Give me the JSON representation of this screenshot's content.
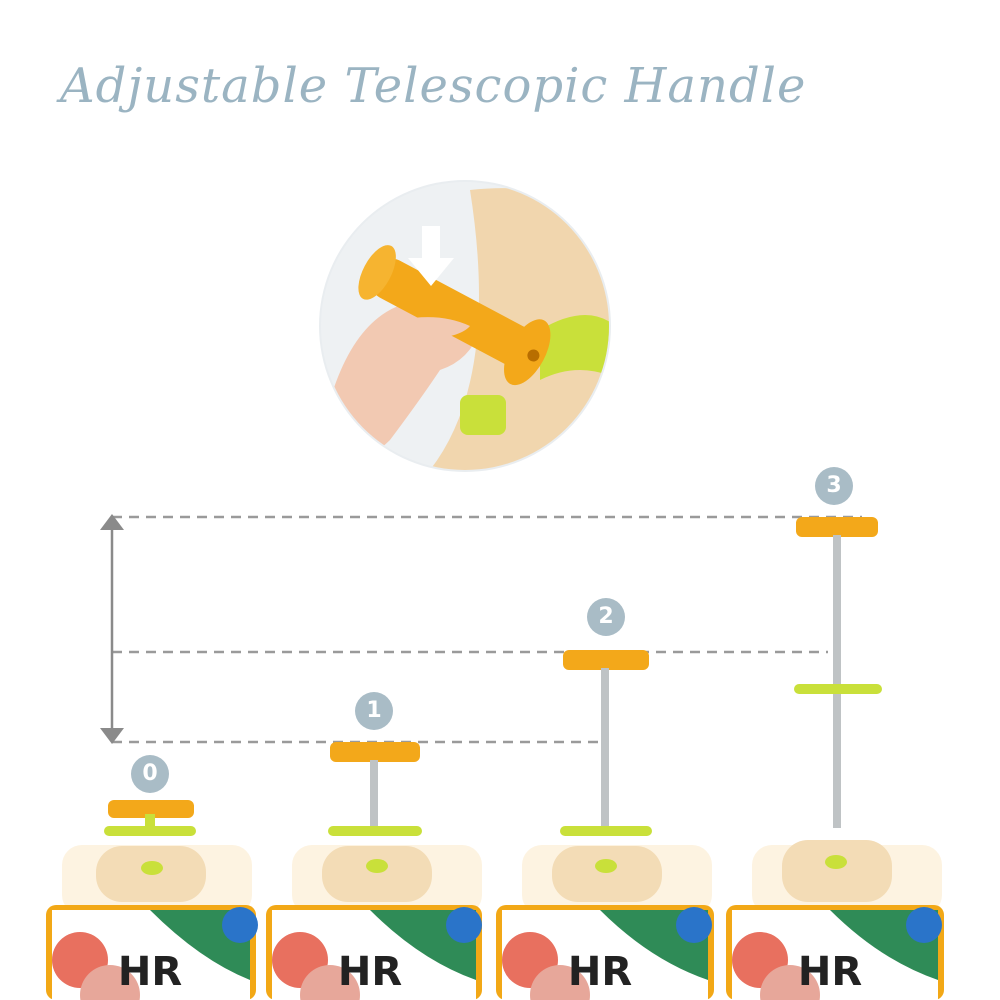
{
  "title": "Adjustable Telescopic Handle",
  "levels": [
    {
      "label": "0"
    },
    {
      "label": "1"
    },
    {
      "label": "2"
    },
    {
      "label": "3"
    }
  ],
  "colors": {
    "title": "#9bb4c2",
    "badge": "#a9bcc6",
    "handle": "#f3a81a",
    "accent_green": "#c9e03a",
    "case_beige": "#f3dcb6",
    "dashed_line": "#9a9a9a"
  }
}
